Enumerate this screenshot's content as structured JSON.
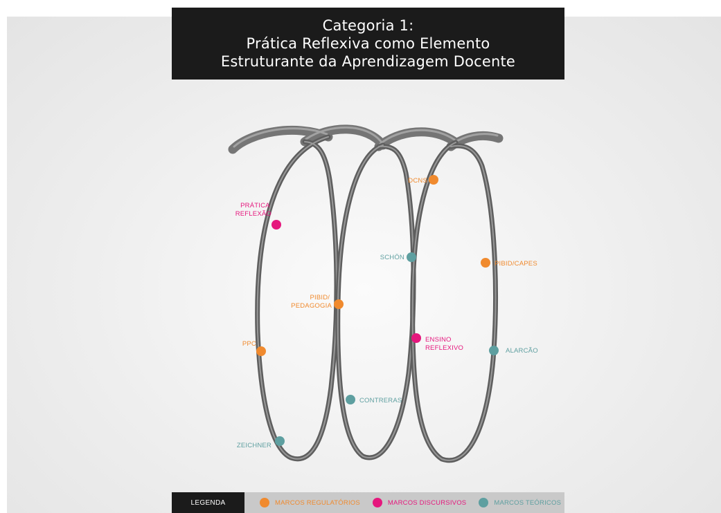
{
  "title": {
    "line1": "Categoria 1:",
    "line2": "Prática Reflexiva como Elemento",
    "line3": "Estruturante da Aprendizagem Docente"
  },
  "colors": {
    "regulatorio": "#f08a2e",
    "discursivo": "#e5177d",
    "teorico": "#5e9fa0",
    "legend_bg": "#c9c9c9",
    "title_bg": "#1b1b1b"
  },
  "markers": [
    {
      "label": "PRÁTICA\nREFLEXÃO",
      "type": "discursivo",
      "icon": "circle-marker-icon"
    },
    {
      "label": "PPC",
      "type": "regulatorio",
      "icon": "circle-marker-icon"
    },
    {
      "label": "ZEICHNER",
      "type": "teorico",
      "icon": "circle-marker-icon"
    },
    {
      "label": "PIBID/\nPEDAGOGIA",
      "type": "regulatorio",
      "icon": "circle-marker-icon"
    },
    {
      "label": "CONTRERAS",
      "type": "teorico",
      "icon": "circle-marker-icon"
    },
    {
      "label": "DCNS",
      "type": "regulatorio",
      "icon": "circle-marker-icon"
    },
    {
      "label": "SCHÖN",
      "type": "teorico",
      "icon": "circle-marker-icon"
    },
    {
      "label": "ENSINO\nREFLEXIVO",
      "type": "discursivo",
      "icon": "circle-marker-icon"
    },
    {
      "label": "PIBID/CAPES",
      "type": "regulatorio",
      "icon": "circle-marker-icon"
    },
    {
      "label": "ALARCÃO",
      "type": "teorico",
      "icon": "circle-marker-icon"
    }
  ],
  "legend": {
    "title": "LEGENDA",
    "items": [
      {
        "label": "MARCOS REGULATÓRIOS",
        "type": "regulatorio"
      },
      {
        "label": "MARCOS DISCURSIVOS",
        "type": "discursivo"
      },
      {
        "label": "MARCOS TEÓRICOS",
        "type": "teorico"
      }
    ]
  }
}
